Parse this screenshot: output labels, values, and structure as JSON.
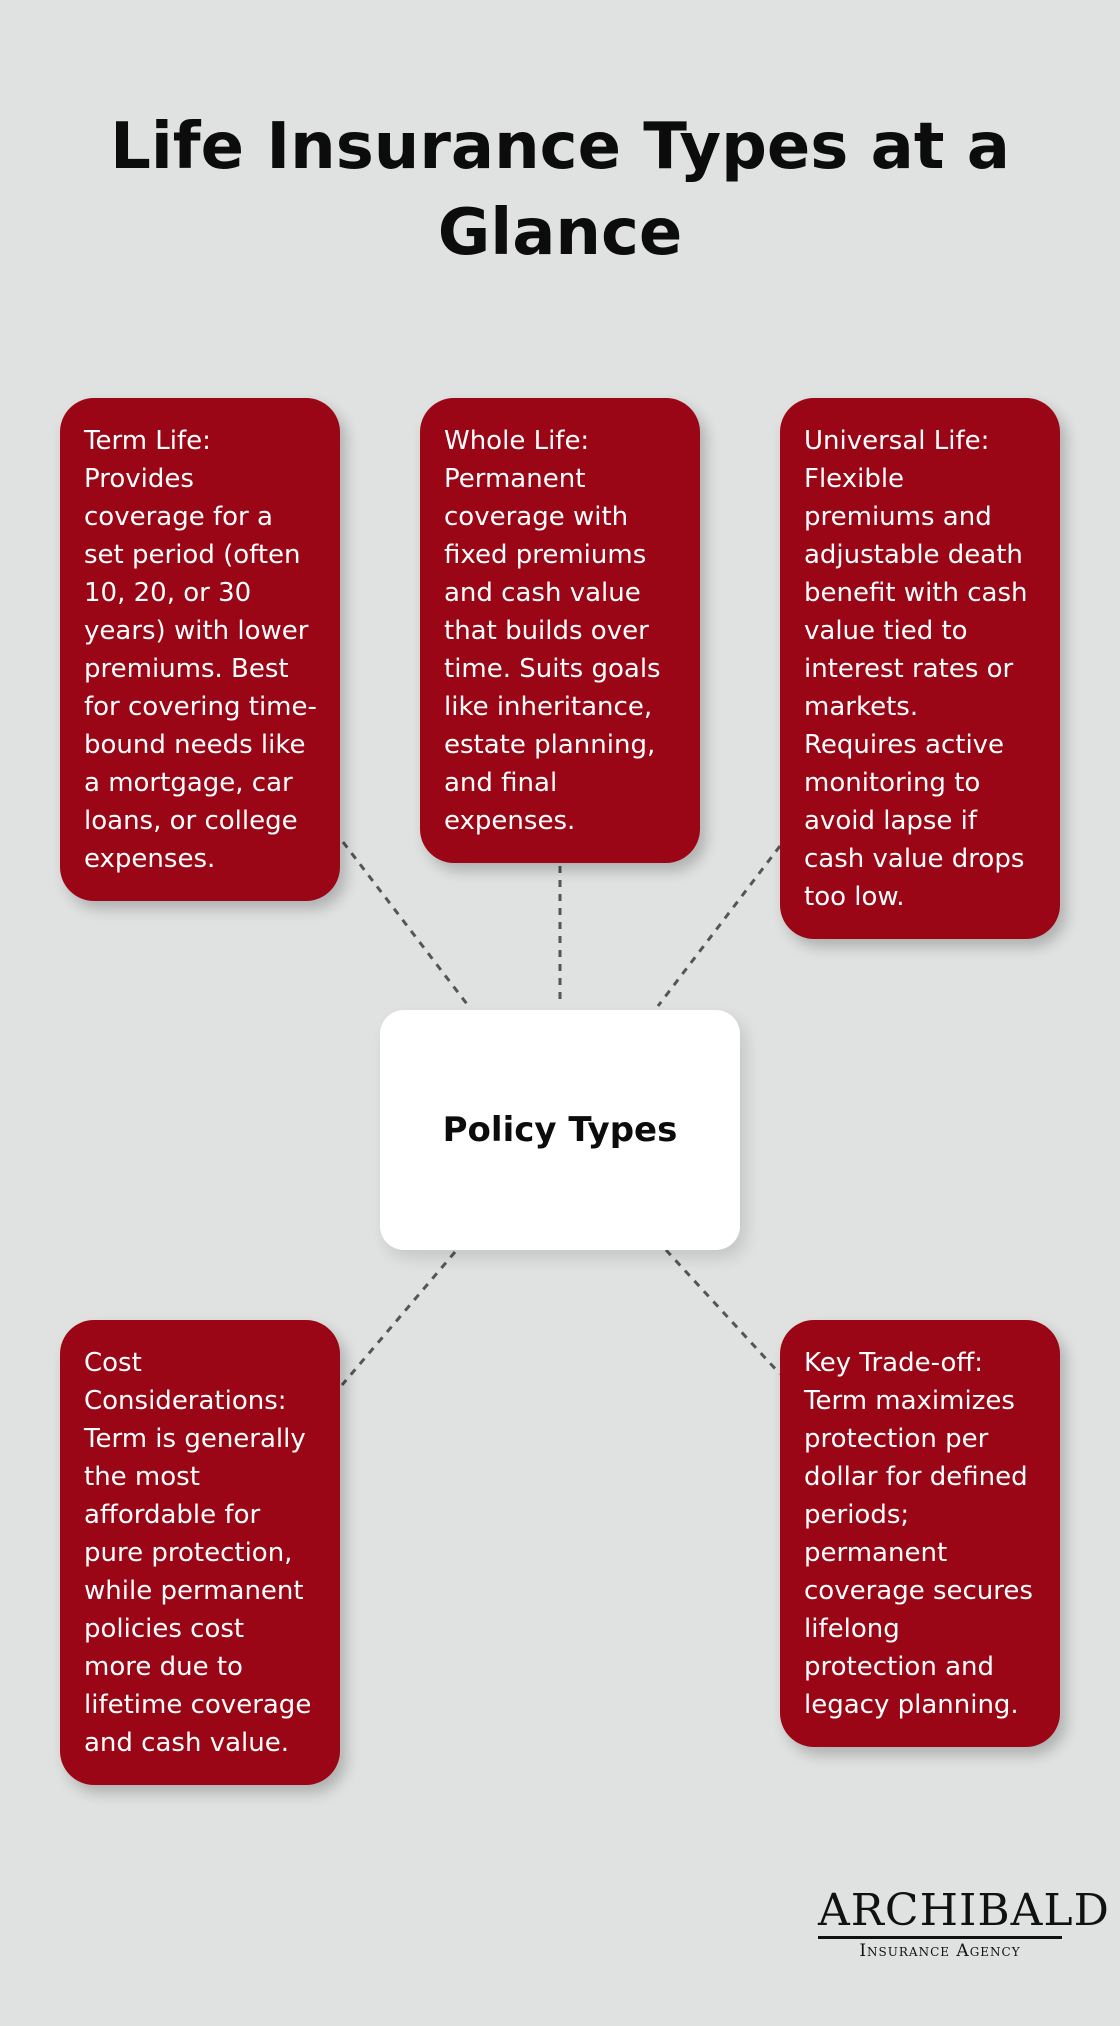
{
  "title": "Life Insurance Types at a Glance",
  "center": {
    "label": "Policy Types"
  },
  "cards": [
    {
      "text": "Term Life: Provides coverage for a set period (often 10, 20, or 30 years) with lower premiums. Best for covering time-bound needs like a mortgage, car loans, or college expenses."
    },
    {
      "text": "Whole Life: Permanent coverage with fixed premiums and cash value that builds over time. Suits goals like inheritance, estate planning, and final expenses."
    },
    {
      "text": "Universal Life: Flexible premiums and adjustable death benefit with cash value tied to interest rates or markets. Requires active monitoring to avoid lapse if cash value drops too low."
    },
    {
      "text": "Cost Considerations: Term is generally the most affordable for pure protection, while permanent policies cost more due to lifetime coverage and cash value."
    },
    {
      "text": "Key Trade-off: Term maximizes protection per dollar for defined periods; permanent coverage secures lifelong protection and legacy planning."
    }
  ],
  "logo": {
    "name": "ARCHIBALD",
    "subtitle": "Insurance Agency"
  },
  "colors": {
    "background": "#e0e2e1",
    "card": "#9a0616",
    "center": "#ffffff",
    "connector": "#555555"
  }
}
